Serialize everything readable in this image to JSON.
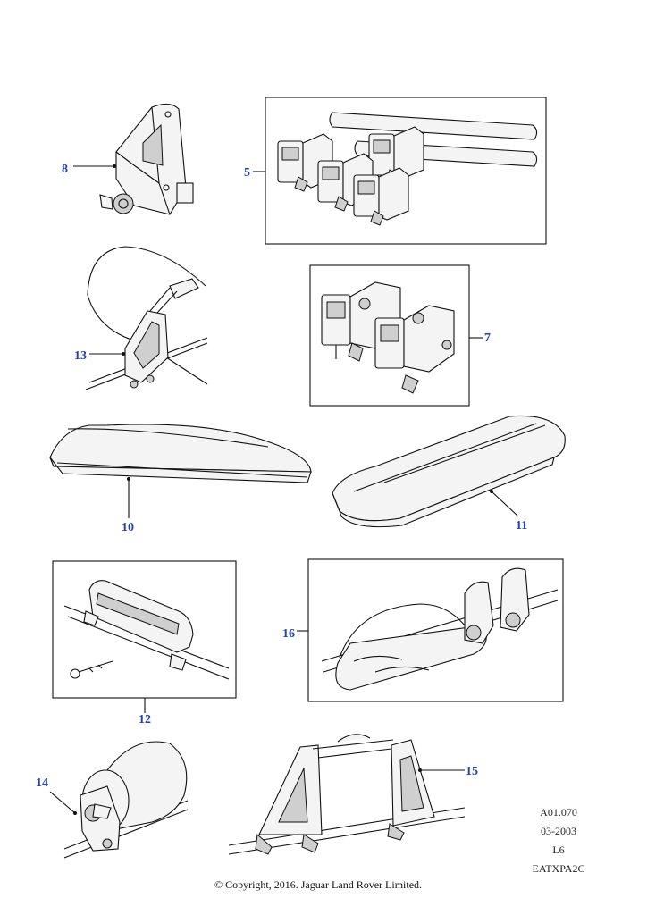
{
  "callouts": {
    "c5": "5",
    "c7": "7",
    "c8": "8",
    "c10": "10",
    "c11": "11",
    "c12": "12",
    "c13": "13",
    "c14": "14",
    "c15": "15",
    "c16": "16"
  },
  "meta": {
    "ref": "A01.070",
    "date": "03-2003",
    "model": "L6",
    "code": "EATXPA2C"
  },
  "copyright": "© Copyright, 2016. Jaguar Land Rover Limited.",
  "colors": {
    "callout": "#1f3fbf",
    "line": "#111111",
    "background": "#ffffff"
  }
}
